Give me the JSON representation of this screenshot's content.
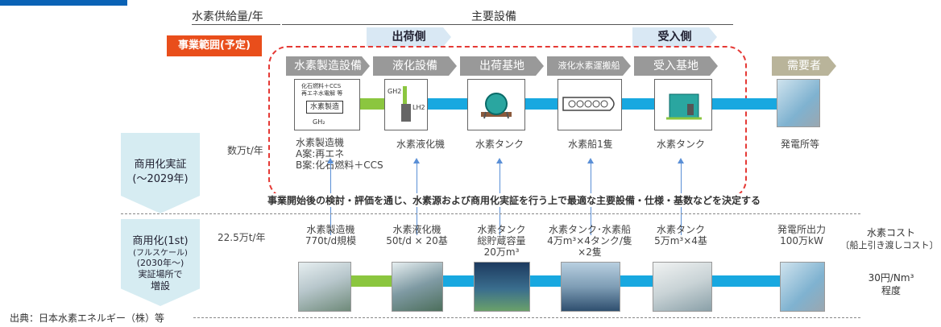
{
  "top_band": {
    "color": "#0a62b5"
  },
  "header": {
    "supply_label": "水素供給量/年",
    "equipment_label": "主要設備"
  },
  "scope_badge": {
    "label": "事業範囲(予定)",
    "color": "#e94e1b"
  },
  "side_labels": {
    "shipping": "出荷側",
    "receiving": "受入側"
  },
  "stages": [
    {
      "label": "水素製造設備",
      "color": "#999999"
    },
    {
      "label": "液化設備",
      "color": "#999999"
    },
    {
      "label": "出荷基地",
      "color": "#999999"
    },
    {
      "label": "液化水素運搬船",
      "color": "#999999"
    },
    {
      "label": "受入基地",
      "color": "#999999"
    },
    {
      "label": "需要者",
      "color": "#b9b49a"
    }
  ],
  "card_texts": {
    "production_note1": "化石燃料＋CCS",
    "production_note2": "再エネ水電解 等",
    "production_box": "水素製造",
    "production_gh2": "GH₂",
    "liq_gh2": "GH2",
    "liq_lh2": "LH2"
  },
  "demo_phase": {
    "label_line1": "商用化実証",
    "label_line2": "(～2029年)",
    "supply": "数万t/年",
    "items": [
      {
        "line1": "水素製造機",
        "line2": "A案:再エネ",
        "line3": "B案:化石燃料＋CCS"
      },
      {
        "line1": "水素液化機"
      },
      {
        "line1": "水素タンク"
      },
      {
        "line1": "水素船1隻"
      },
      {
        "line1": "水素タンク"
      },
      {
        "line1": "発電所等"
      }
    ],
    "note": "事業開始後の検討・評価を通じ、水素源および商用化実証を行う上で最適な主要設備・仕様・基数などを決定する"
  },
  "commercial_phase": {
    "label_line1": "商用化(1st)",
    "label_line2": "(フルスケール)",
    "label_line3": "(2030年～)",
    "label_line4": "実証場所で",
    "label_line5": "増設",
    "supply": "22.5万t/年",
    "items": [
      {
        "line1": "水素製造機",
        "line2": "770t/d規模"
      },
      {
        "line1": "水素液化機",
        "line2": "50t/d × 20基"
      },
      {
        "line1": "水素タンク",
        "line2": "総貯蔵容量",
        "line3": "20万m³"
      },
      {
        "line1": "水素タンク･水素船",
        "line2": "4万m³×4タンク/隻",
        "line3": "×2隻"
      },
      {
        "line1": "水素タンク",
        "line2": "5万m³×4基"
      },
      {
        "line1": "発電所出力",
        "line2": "100万kW"
      }
    ],
    "cost_title": "水素コスト",
    "cost_note": "〔船上引き渡しコスト〕",
    "cost_value": "30円/Nm³",
    "cost_suffix": "程度"
  },
  "source": "出典：日本水素エネルギー（株）等",
  "colors": {
    "pipe_green": "#8bc63f",
    "pipe_blue": "#18a8e0",
    "phase_fill": "#d6ecf2",
    "dash_red": "#e53935"
  }
}
